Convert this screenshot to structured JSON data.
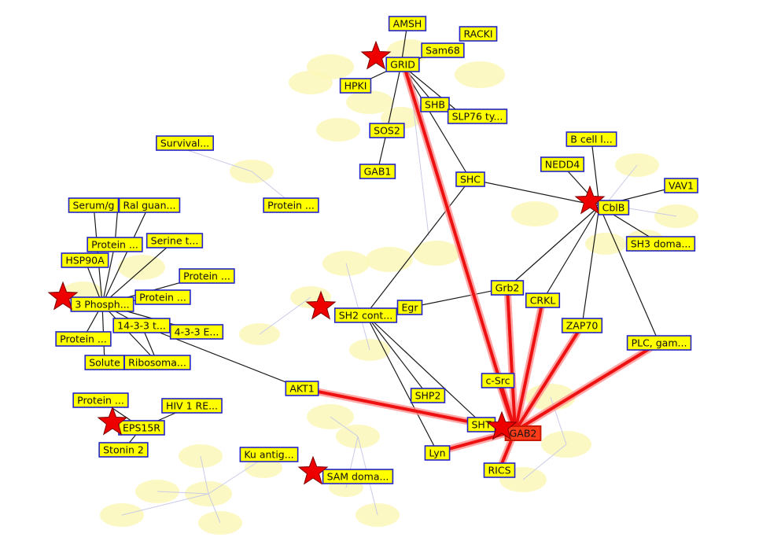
{
  "colors": {
    "node_fill": "#ffff00",
    "node_border": "#2323c8",
    "star": "#ee0000",
    "highlight_edge": "#ee1111",
    "hub_fill": "#ff3b1a",
    "blob": "#fbf7b8"
  },
  "nodes": [
    {
      "id": "amsh",
      "label": "AMSH"
    },
    {
      "id": "racki",
      "label": "RACKI"
    },
    {
      "id": "sam68",
      "label": "Sam68"
    },
    {
      "id": "grid",
      "label": "GRID"
    },
    {
      "id": "hpki",
      "label": "HPKI"
    },
    {
      "id": "shb",
      "label": "SHB"
    },
    {
      "id": "slp76",
      "label": "SLP76 ty..."
    },
    {
      "id": "sos2",
      "label": "SOS2"
    },
    {
      "id": "gab1",
      "label": "GAB1"
    },
    {
      "id": "survival",
      "label": "Survival..."
    },
    {
      "id": "protein_a",
      "label": "Protein ..."
    },
    {
      "id": "shc",
      "label": "SHC"
    },
    {
      "id": "bcell",
      "label": "B cell l..."
    },
    {
      "id": "nedd4",
      "label": "NEDD4"
    },
    {
      "id": "cblb",
      "label": "CblB"
    },
    {
      "id": "vav1",
      "label": "VAV1"
    },
    {
      "id": "sh3doma",
      "label": "SH3 doma..."
    },
    {
      "id": "serum",
      "label": "Serum/g"
    },
    {
      "id": "ralguan",
      "label": "Ral guan..."
    },
    {
      "id": "protein_b",
      "label": "Protein ..."
    },
    {
      "id": "serinet",
      "label": "Serine t..."
    },
    {
      "id": "hsp90a",
      "label": "HSP90A"
    },
    {
      "id": "protein_c",
      "label": "Protein ..."
    },
    {
      "id": "protein_d",
      "label": "Protein ..."
    },
    {
      "id": "phosph",
      "label": "3 Phosph..."
    },
    {
      "id": "f1433t",
      "label": "14-3-3 t..."
    },
    {
      "id": "f1433e",
      "label": "4-3-3 E..."
    },
    {
      "id": "protein_e",
      "label": "Protein ..."
    },
    {
      "id": "solute",
      "label": "Solute"
    },
    {
      "id": "ribosoma",
      "label": "Ribosoma..."
    },
    {
      "id": "grb2",
      "label": "Grb2"
    },
    {
      "id": "egr",
      "label": "Egr"
    },
    {
      "id": "sh2cont",
      "label": "SH2 cont..."
    },
    {
      "id": "crkl",
      "label": "CRKL"
    },
    {
      "id": "zap70",
      "label": "ZAP70"
    },
    {
      "id": "plcgam",
      "label": "PLC, gam..."
    },
    {
      "id": "akt1",
      "label": "AKT1"
    },
    {
      "id": "csrc",
      "label": "c-Src"
    },
    {
      "id": "protein_f",
      "label": "Protein ..."
    },
    {
      "id": "hiv1re",
      "label": "HIV 1 RE..."
    },
    {
      "id": "shp2",
      "label": "SHP2"
    },
    {
      "id": "eps15r",
      "label": "EPS15R"
    },
    {
      "id": "sht",
      "label": "SHT"
    },
    {
      "id": "gab2",
      "label": "GAB2"
    },
    {
      "id": "stonin2",
      "label": "Stonin 2"
    },
    {
      "id": "lyn",
      "label": "Lyn"
    },
    {
      "id": "kuantig",
      "label": "Ku antig..."
    },
    {
      "id": "samdoma",
      "label": "SAM doma..."
    },
    {
      "id": "rics",
      "label": "RICS"
    }
  ]
}
